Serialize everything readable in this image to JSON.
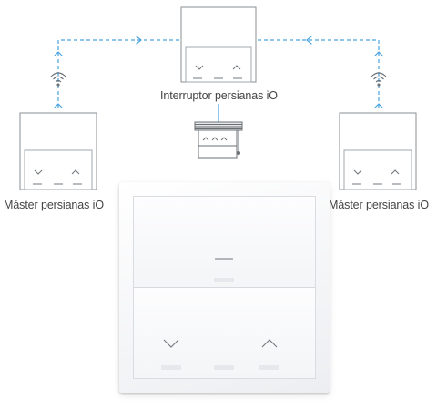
{
  "labels": {
    "center_device": "Interruptor persianas iO",
    "left_device": "Máster persianas iO",
    "right_device": "Máster persianas iO"
  },
  "colors": {
    "link": "#4aa3df",
    "outline": "#8a8f94",
    "panel_edge": "#d9dde2",
    "glyph": "#6f7478"
  },
  "icons": {
    "wireless": "wifi-signal-icon",
    "direction": "chevron-arrow-icon",
    "blind": "roller-blind-icon",
    "up": "chevron-up-icon",
    "down": "chevron-down-icon",
    "stop": "dash-icon"
  }
}
